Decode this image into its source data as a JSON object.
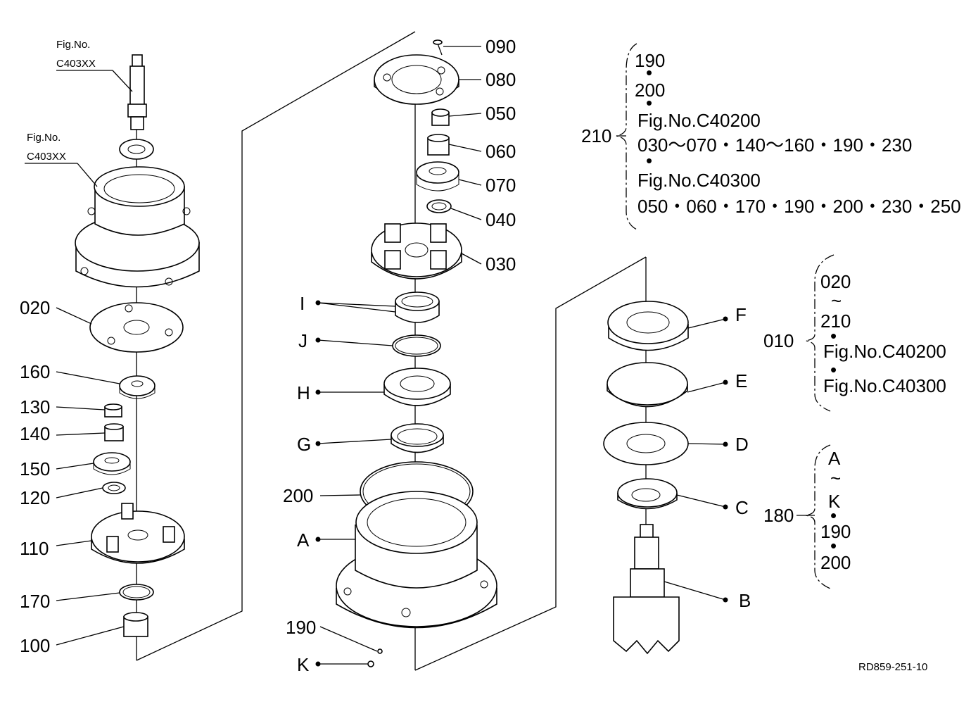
{
  "fig_refs": [
    {
      "line1": "Fig.No.",
      "line2": "C403XX"
    },
    {
      "line1": "Fig.No.",
      "line2": "C403XX"
    }
  ],
  "callouts": {
    "c090": "090",
    "c080": "080",
    "c050": "050",
    "c060": "060",
    "c070": "070",
    "c040": "040",
    "c030": "030",
    "c020": "020",
    "c160": "160",
    "c130": "130",
    "c140": "140",
    "c150": "150",
    "c120": "120",
    "c110": "110",
    "c170": "170",
    "c100": "100",
    "c200": "200",
    "c190": "190",
    "cI": "I",
    "cJ": "J",
    "cH": "H",
    "cG": "G",
    "cA": "A",
    "cK": "K",
    "cF": "F",
    "cE": "E",
    "cD": "D",
    "cC": "C",
    "cB": "B"
  },
  "group_210": {
    "number": "210",
    "lines": [
      "190",
      "•",
      "200",
      "•",
      "Fig.No.C40200",
      "030～070・140～160・190・230",
      "•",
      "Fig.No.C40300",
      "050・060・170・190・200・230・250"
    ]
  },
  "group_010": {
    "number": "010",
    "lines": [
      "020",
      "~",
      "210",
      "•",
      "Fig.No.C40200",
      "•",
      "Fig.No.C40300"
    ]
  },
  "group_180": {
    "number": "180",
    "lines": [
      "A",
      "~",
      "K",
      "•",
      "190",
      "•",
      "200"
    ]
  },
  "drawing_code": "RD859-251-10"
}
